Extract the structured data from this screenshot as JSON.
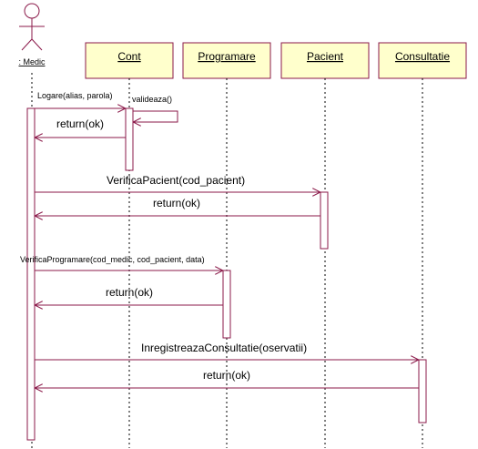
{
  "actor": {
    "label": ": Medic"
  },
  "objects": [
    {
      "id": "cont",
      "label": "Cont"
    },
    {
      "id": "programare",
      "label": "Programare"
    },
    {
      "id": "pacient",
      "label": "Pacient"
    },
    {
      "id": "consultatie",
      "label": "Consultatie"
    }
  ],
  "messages": [
    {
      "id": "logare",
      "label": "Logare(alias, parola)"
    },
    {
      "id": "valideaza",
      "label": "valideaza()"
    },
    {
      "id": "return-1",
      "label": "return(ok)"
    },
    {
      "id": "verifica-pacient",
      "label": "VerificaPacient(cod_pacient)"
    },
    {
      "id": "return-2",
      "label": "return(ok)"
    },
    {
      "id": "verifica-programare",
      "label": "VerificaProgramare(cod_medic, cod_pacient, data)"
    },
    {
      "id": "return-3",
      "label": "return(ok)"
    },
    {
      "id": "inregistreaza",
      "label": "InregistreazaConsultatie(oservatii)"
    },
    {
      "id": "return-4",
      "label": "return(ok)"
    }
  ],
  "colors": {
    "line": "#8b1a4a",
    "box_fill": "#ffffcc"
  }
}
